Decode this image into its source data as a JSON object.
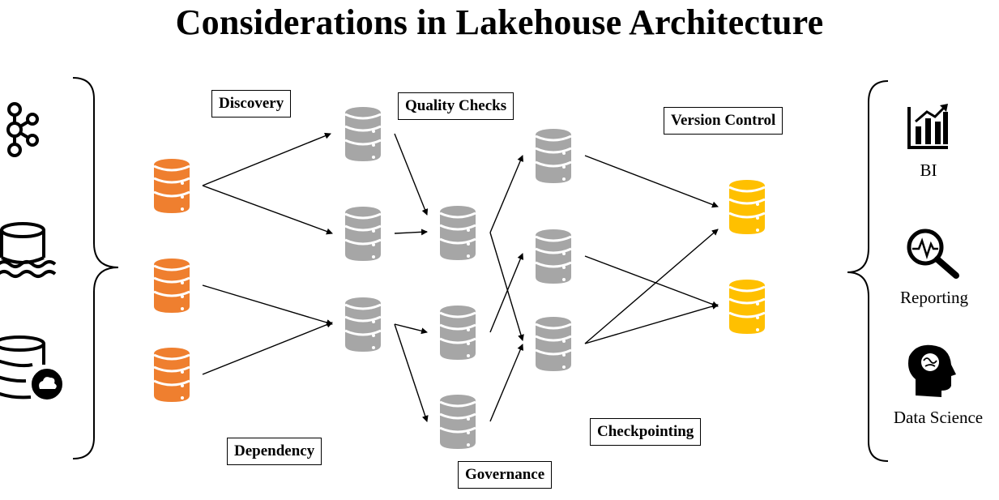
{
  "title": "Considerations in Lakehouse Architecture",
  "labels": {
    "discovery": "Discovery",
    "quality_checks": "Quality Checks",
    "version_control": "Version Control",
    "dependency": "Dependency",
    "governance": "Governance",
    "checkpointing": "Checkpointing"
  },
  "outputs": {
    "bi": "BI",
    "reporting": "Reporting",
    "data_science": "Data Science"
  },
  "colors": {
    "source_db": "#ef7f2f",
    "intermediate_db": "#a6a6a6",
    "target_db": "#ffc000",
    "line": "#000000"
  },
  "icons": [
    "kafka-icon",
    "data-lake-icon",
    "cloud-database-icon",
    "bar-chart-icon",
    "magnifier-pulse-icon",
    "head-brain-icon"
  ]
}
